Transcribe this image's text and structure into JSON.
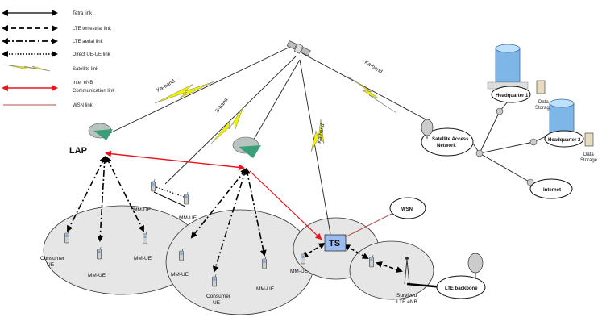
{
  "legend": {
    "tetra": "Tetra link",
    "lte_terrestrial": "LTE terrestrial link",
    "lte_aerial": "LTE aerial link",
    "direct_ue": "Direct UE-UE link",
    "satellite": "Satellite link",
    "inter_enb_1": "Inter eNB",
    "inter_enb_2": "Communication link",
    "wsn": "WSN link"
  },
  "bands": {
    "ka_left": "Ka-band",
    "s_band": "S-band",
    "ka_mid": "Ka-band",
    "ka_right": "Ka-band"
  },
  "nodes": {
    "lap": "LAP",
    "ts": "TS",
    "wsn": "WSN",
    "sat_access_1": "Satellite Access",
    "sat_access_2": "Network",
    "hq1": "Headquarter 1",
    "hq2": "Headquarter 2",
    "data_storage_1a": "Data",
    "data_storage_1b": "Storage",
    "data_storage_2a": "Data",
    "data_storage_2b": "Storage",
    "internet": "Internet",
    "lte_backbone": "LTE backbone",
    "survived_1": "Survived",
    "survived_2": "LTE eNB"
  },
  "ues": {
    "consumer1a": "Consumer",
    "consumer1b": "UE",
    "mm_ue_1": "MM-UE",
    "mm_ue_2": "MM-UE",
    "mm_ue_3": "MM-UE",
    "mm_ue_4": "MM-UE",
    "mm_ue_5": "MM-UE",
    "mm_ue_6": "MM-UE",
    "mm_ue_7": "MM-UE",
    "consumer2a": "Consumer",
    "consumer2b": "UE"
  },
  "colors": {
    "cell_fill": "#e6e6e6",
    "satellite_bolt": "#f2f200",
    "inter_enb": "#e8141e",
    "wsn": "#b5524a",
    "ts_box": "#9bbcf0"
  }
}
